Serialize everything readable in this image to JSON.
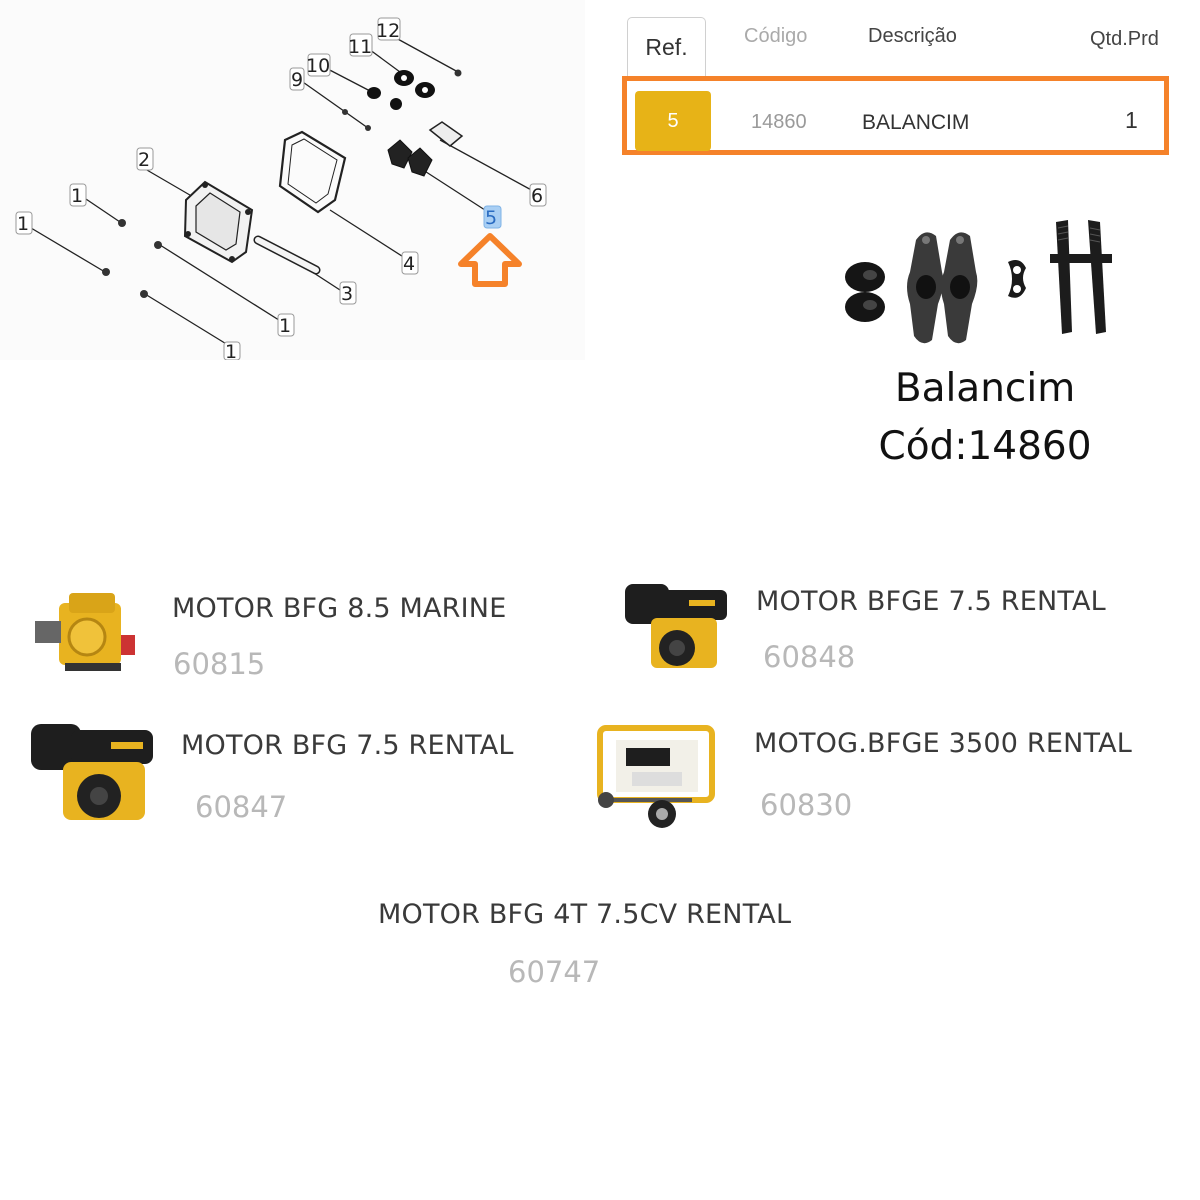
{
  "diagram": {
    "callouts": [
      "1",
      "1",
      "1",
      "1",
      "2",
      "3",
      "4",
      "5",
      "6",
      "9",
      "10",
      "11",
      "12"
    ],
    "selected_callout": "5",
    "arrow_icon": "up-arrow-icon"
  },
  "table": {
    "headers": {
      "ref": "Ref.",
      "code": "Código",
      "description": "Descrição",
      "qty": "Qtd.Prd"
    },
    "row": {
      "ref": "5",
      "code": "14860",
      "description": "BALANCIM",
      "qty": "1"
    },
    "colors": {
      "highlight_border": "#f5822a",
      "ref_badge": "#e7b317"
    }
  },
  "part": {
    "name": "Balancim",
    "code_line": "Cód:14860"
  },
  "products": [
    {
      "name": "MOTOR BFG 8.5 MARINE",
      "code": "60815"
    },
    {
      "name": "MOTOR BFGE 7.5 RENTAL",
      "code": "60848"
    },
    {
      "name": "MOTOR BFG 7.5 RENTAL",
      "code": "60847"
    },
    {
      "name": "MOTOG.BFGE 3500 RENTAL",
      "code": "60830"
    },
    {
      "name": "MOTOR BFG 4T 7.5CV RENTAL",
      "code": "60747"
    }
  ]
}
